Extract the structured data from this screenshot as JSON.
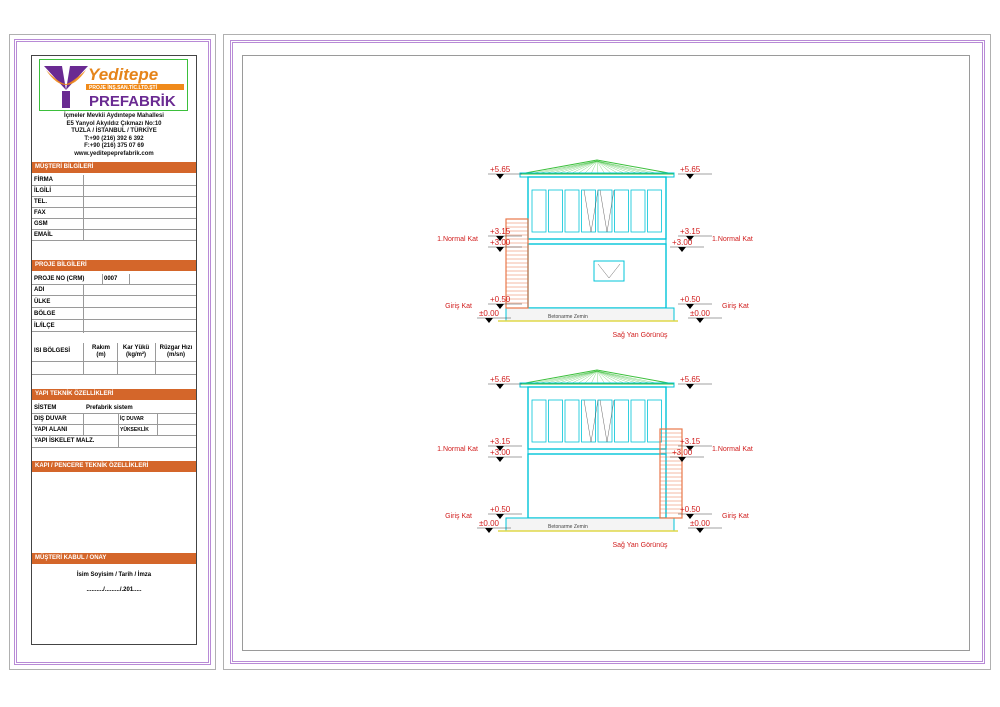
{
  "logo": {
    "brand": "Yeditepe",
    "tagline": "PROJE İNŞ.SAN.TİC.LTD.ŞTİ",
    "name": "PREFABRİK"
  },
  "address": {
    "line1": "İçmeler Mevkii Aydıntepe Mahallesi",
    "line2": "E5 Yanyol Akyıldız Çıkmazı No:10",
    "line3": "TUZLA / İSTANBUL / TÜRKİYE",
    "phone": "T:+90 (216) 392 6 392",
    "fax": "F:+90 (216) 375 07 69",
    "web": "www.yeditepeprefabrik.com"
  },
  "customer": {
    "header": "MÜŞTERİ BİLGİLERİ",
    "fields": [
      "FİRMA",
      "İLGİLİ",
      "TEL.",
      "FAX",
      "GSM",
      "EMAİL"
    ]
  },
  "project": {
    "header": "PROJE BİLGİLERİ",
    "no_label": "PROJE NO (CRM)",
    "no_value": "0007",
    "fields": [
      "ADI",
      "ÜLKE",
      "BÖLGE",
      "İL/İLÇE"
    ],
    "climate": {
      "label": "ISI BÖLGESİ",
      "altitude": "Rakım\n(m)",
      "snow": "Kar Yükü\n(kg/m²)",
      "wind": "Rüzgar Hızı\n(m/sn)"
    }
  },
  "tech": {
    "header": "YAPI TEKNİK ÖZELLİKLERİ",
    "system_label": "SİSTEM",
    "system_value": "Prefabrik sistem",
    "outer_wall": "DIŞ DUVAR",
    "inner_wall": "İÇ DUVAR",
    "area": "YAPI ALANI",
    "height": "YÜKSEKLİK",
    "skeleton": "YAPI İSKELET MALZ."
  },
  "doors": {
    "header": "KAPI / PENCERE TEKNİK ÖZELLİKLERİ"
  },
  "approval": {
    "header": "MÜŞTERİ KABUL / ONAY",
    "signature": "İsim Soyisim / Tarih / İmza",
    "date": "........../........./.201....."
  },
  "drawing": {
    "views": [
      {
        "title": "Sağ Yan Görünüş",
        "stair_side": "left"
      },
      {
        "title": "Sağ Yan Görünüş",
        "stair_side": "right"
      }
    ],
    "levels": {
      "roof": "+5.65",
      "floor_top": "+3.15",
      "floor": "+3.00",
      "entry_top": "+0.50",
      "ground": "±0.00"
    },
    "labels": {
      "floor1": "1.Normal Kat",
      "entry": "Giriş Kat",
      "foundation": "Betonarme Zemin"
    }
  },
  "colors": {
    "header": "#d4662a",
    "frame": "#b88ad6",
    "building": "#00c4d8",
    "levels": "#d11e1e",
    "stairs": "#e8774a",
    "logo_purple": "#6a2a92",
    "logo_orange": "#f08a1a"
  }
}
